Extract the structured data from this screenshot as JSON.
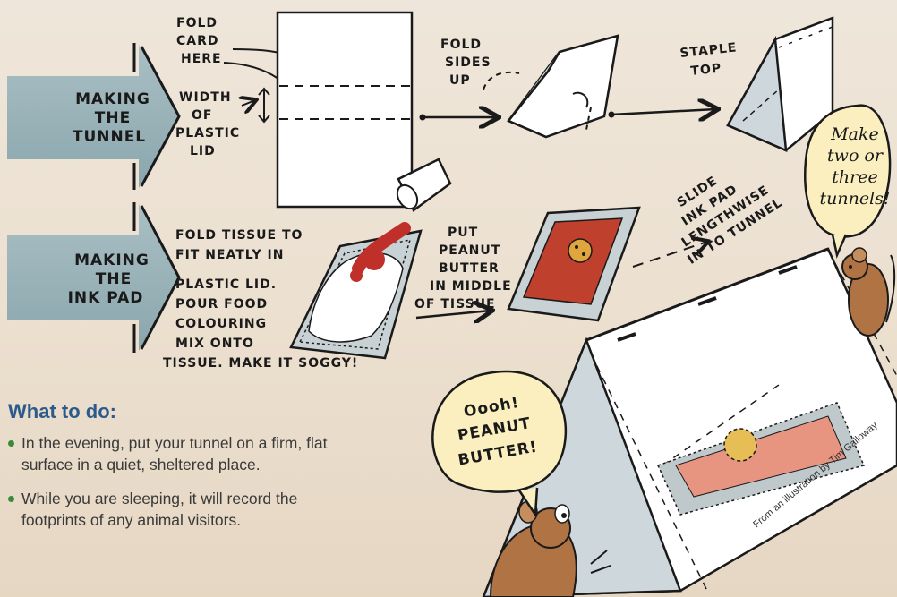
{
  "tunnel_row": {
    "arrow_label": [
      "MAKING",
      "THE",
      "TUNNEL"
    ],
    "fold_card_here": [
      "FOLD",
      "CARD",
      "HERE"
    ],
    "width_lid": [
      "WIDTH",
      "OF",
      "PLASTIC",
      "LID"
    ],
    "fold_sides_up": [
      "FOLD",
      "SIDES",
      "UP"
    ],
    "staple_top": [
      "STAPLE",
      "TOP"
    ]
  },
  "inkpad_row": {
    "arrow_label": [
      "MAKING",
      "THE",
      "INK PAD"
    ],
    "fold_tissue": [
      "FOLD TISSUE TO",
      "FIT NEATLY IN",
      "PLASTIC LID.",
      "POUR FOOD",
      "COLOURING",
      "MIX ONTO",
      "TISSUE. MAKE IT SOGGY!"
    ],
    "put_peanut": [
      "PUT",
      "PEANUT",
      "BUTTER",
      "IN MIDDLE",
      "OF TISSUE"
    ],
    "slide_inkpad": [
      "SLIDE",
      "INK PAD",
      "LENGTHWISE",
      "IN TO TUNNEL"
    ]
  },
  "bubbles": {
    "make_tunnels": [
      "Make",
      "two or",
      "three",
      "tunnels!"
    ],
    "oooh": [
      "Oooh!",
      "PEANUT",
      "BUTTER!"
    ]
  },
  "credit": "From an illustration by Tim Galloway",
  "what_to_do": {
    "heading": "What to do:",
    "items": [
      "In the evening, put your tunnel on a firm, flat surface in a quiet, sheltered place.",
      "While you are sleeping, it will record the footprints of any animal visitors."
    ]
  }
}
